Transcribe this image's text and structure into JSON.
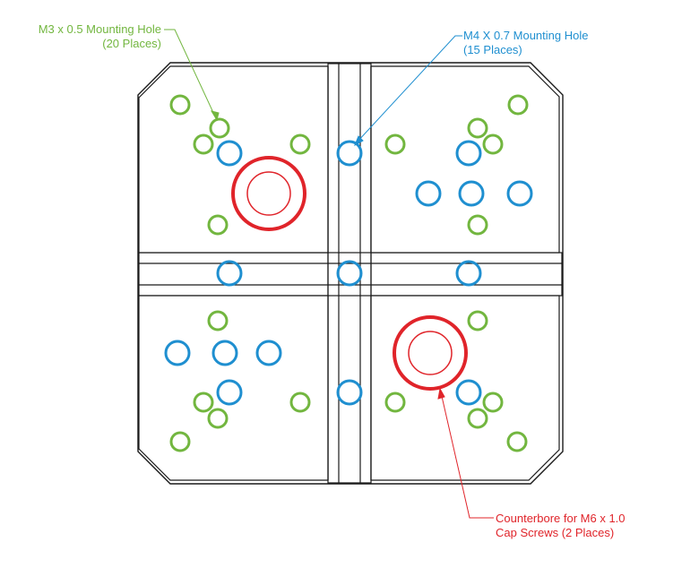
{
  "colors": {
    "outline": "#1a1a1a",
    "m3": "#72b63f",
    "m4": "#1f8fd0",
    "counterbore": "#e0242a",
    "background": "#ffffff"
  },
  "callouts": {
    "m3": {
      "line1": "M3 x 0.5 Mounting Hole",
      "line2": "(20 Places)"
    },
    "m4": {
      "line1": "M4 X 0.7 Mounting Hole",
      "line2": "(15 Places)"
    },
    "counterbore": {
      "line1": "Counterbore for M6 x 1.0",
      "line2": "Cap Screws (2 Places)"
    }
  }
}
